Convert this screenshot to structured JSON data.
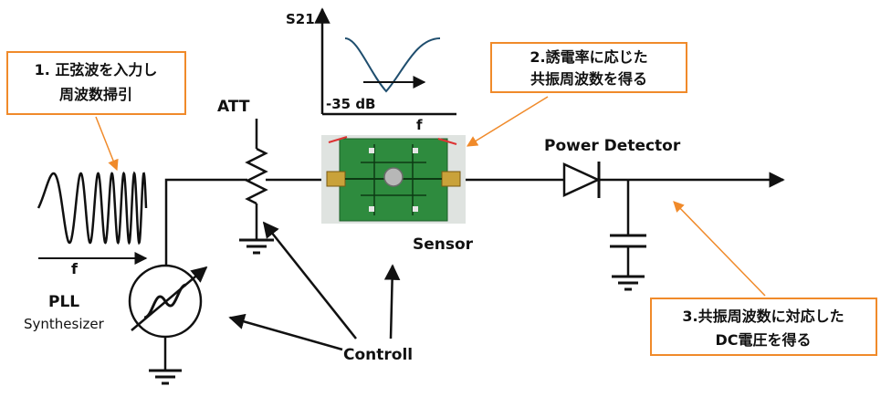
{
  "labels": {
    "s21": "S21",
    "level": "-35 dB",
    "freq_axis": "f",
    "att": "ATT",
    "power_detector": "Power Detector",
    "sensor": "Sensor",
    "sweep_freq": "f",
    "pll": "PLL",
    "synth": "Synthesizer",
    "control": "Controll"
  },
  "callouts": {
    "c1": [
      "1. 正弦波を入力し",
      "周波数掃引"
    ],
    "c2": [
      "2.誘電率に応じた",
      "共振周波数を得る"
    ],
    "c3": [
      "3.共振周波数に対応した",
      "DC電圧を得る"
    ]
  },
  "colors": {
    "callout_border": "#f08a2a",
    "arrow": "#f08a2a",
    "curve": "#1f4e6e",
    "line": "#111111",
    "board": "#2e8b3e"
  }
}
